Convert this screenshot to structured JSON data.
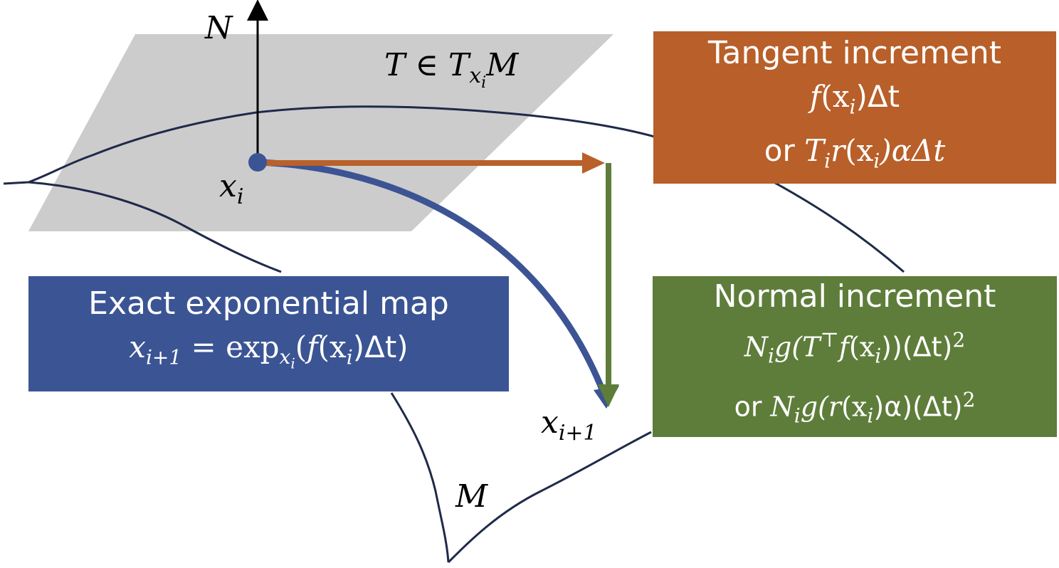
{
  "colors": {
    "tangent": "#b85f2a",
    "normal": "#5e7d3a",
    "exact": "#3b5494",
    "manifold": "#1f2a4a",
    "plane": "#cccccc"
  },
  "labels": {
    "normal_axis": "N",
    "tangent_space": {
      "main": "T ∈ T",
      "sub": "x",
      "subsub": "i",
      "tail": "M"
    },
    "point_xi": {
      "main": "x",
      "sub": "i"
    },
    "point_xi1": {
      "main": "x",
      "sub": "i+1"
    },
    "manifold": "M"
  },
  "tangent_box": {
    "title": "Tangent increment",
    "line1": {
      "a": "f",
      "b": "(x",
      "c": "i",
      "d": ")Δt"
    },
    "line2": {
      "or": "or ",
      "a": "T",
      "b": "i",
      "c": "r",
      "d": "(x",
      "e": "i",
      "f": ")αΔt"
    }
  },
  "exact_box": {
    "title": "Exact exponential map",
    "formula": {
      "a": "x",
      "b": "i+1",
      "c": " = exp",
      "d": "x",
      "e": "i",
      "f": "(",
      "g": "f",
      "h": "(x",
      "i": "i",
      "j": ")Δt)"
    }
  },
  "normal_box": {
    "title": "Normal increment",
    "line1": {
      "a": "N",
      "b": "i",
      "c": "g",
      "d": "(T",
      "e": "⊤",
      "f": "f",
      "g": "(x",
      "h": "i",
      "k": "))(Δt)",
      "l": "2"
    },
    "line2": {
      "or": "or ",
      "a": "N",
      "b": "i",
      "c": "g",
      "d": "(r",
      "e": "(x",
      "f": "i",
      "g": ")α)(Δt)",
      "h": "2"
    }
  }
}
